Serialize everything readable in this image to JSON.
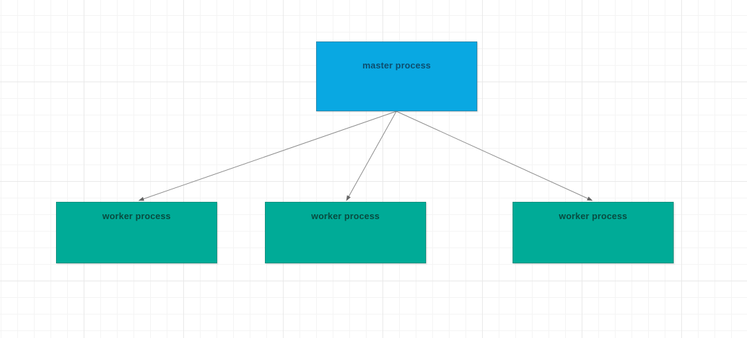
{
  "css_vars": {
    "--canvas-bg": "#ffffff",
    "--grid-minor": "#f4f4f4",
    "--grid-major": "#e9e9e9",
    "--edge-color": "#8c8c8c",
    "--arrowhead-color": "#666666"
  },
  "diagram": {
    "nodes": [
      {
        "id": "master",
        "label": "master process",
        "fill": "#09a8e2",
        "border": "#2d89ae",
        "text_color": "#0d4d6e"
      },
      {
        "id": "worker-1",
        "label": "worker process",
        "fill": "#00ab97",
        "border": "#139180",
        "text_color": "#084b40"
      },
      {
        "id": "worker-2",
        "label": "worker process",
        "fill": "#00ab97",
        "border": "#139180",
        "text_color": "#084b40"
      },
      {
        "id": "worker-3",
        "label": "worker process",
        "fill": "#00ab97",
        "border": "#139180",
        "text_color": "#084b40"
      }
    ],
    "edges": [
      {
        "from": "master",
        "to": "worker-1"
      },
      {
        "from": "master",
        "to": "worker-2"
      },
      {
        "from": "master",
        "to": "worker-3"
      }
    ]
  }
}
